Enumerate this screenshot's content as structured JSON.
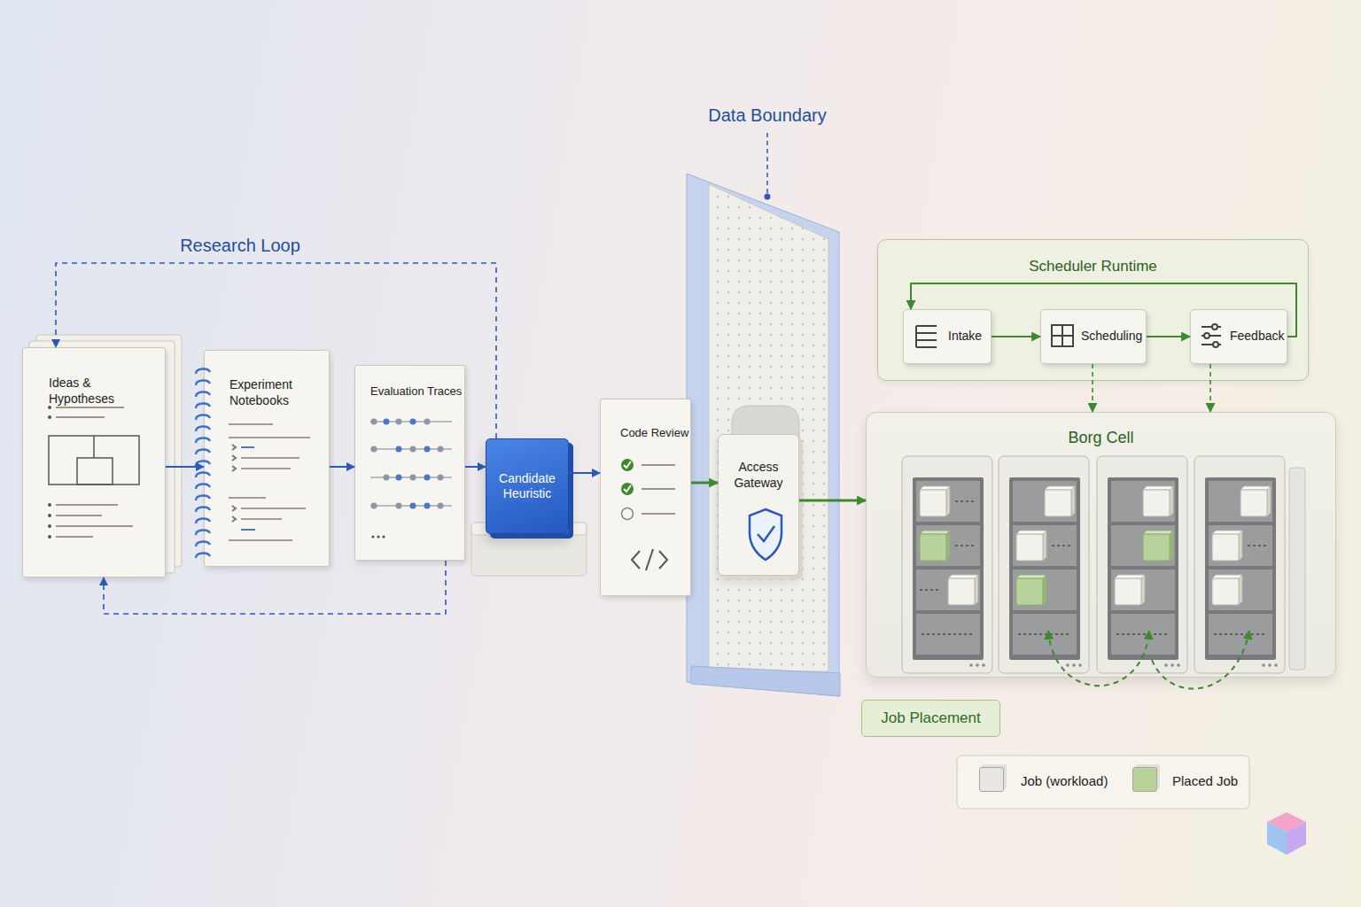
{
  "diagram": {
    "nodes": [
      {
        "text": [
          "Ideas & Hypotheses"
        ]
      },
      {
        "text": [
          "Experiment Notebooks"
        ]
      },
      {
        "text": [
          "Evaluation Traces"
        ]
      },
      {
        "text": [
          "Candidate Heuristic"
        ]
      },
      {
        "text": [
          "Code Review"
        ]
      },
      {
        "text": [
          "Access Gateway"
        ]
      },
      {
        "text": [
          "Scheduler Runtime"
        ]
      },
      {
        "text": [
          "Intake"
        ],
        "in": 6
      },
      {
        "text": [
          "Scheduling"
        ],
        "in": 6
      },
      {
        "text": [
          "Feedback"
        ],
        "in": 6
      },
      {
        "text": [
          "Borg Cell"
        ]
      },
      {
        "text": [
          "Job Placement"
        ]
      }
    ],
    "edges": [
      {
        "from": 0,
        "to": 1,
        "arrow": "to"
      },
      {
        "from": 1,
        "to": 2,
        "arrow": "to"
      },
      {
        "from": 2,
        "to": 3,
        "arrow": "to"
      },
      {
        "from": 3,
        "to": 4,
        "arrow": "to"
      },
      {
        "from": 4,
        "to": 5,
        "arrow": "to"
      },
      {
        "from": 5,
        "to": 10,
        "arrow": "to"
      },
      {
        "from": 3,
        "to": 0,
        "arrow": "to"
      },
      {
        "from": 2,
        "to": 0,
        "arrow": "to"
      },
      {
        "from": 7,
        "to": 8,
        "arrow": "to"
      },
      {
        "from": 8,
        "to": 9,
        "arrow": "to"
      },
      {
        "from": 9,
        "to": 7,
        "arrow": "to"
      },
      {
        "from": 8,
        "to": 10,
        "arrow": "to"
      },
      {
        "from": 9,
        "to": 10,
        "arrow": "to"
      }
    ],
    "labels": [
      "Research Loop",
      "Data Boundary"
    ],
    "legend": [
      {
        "text": "Job (workload)",
        "color": "#e9e7e1"
      },
      {
        "text": "Placed Job",
        "color": "#b7d39b"
      }
    ]
  }
}
